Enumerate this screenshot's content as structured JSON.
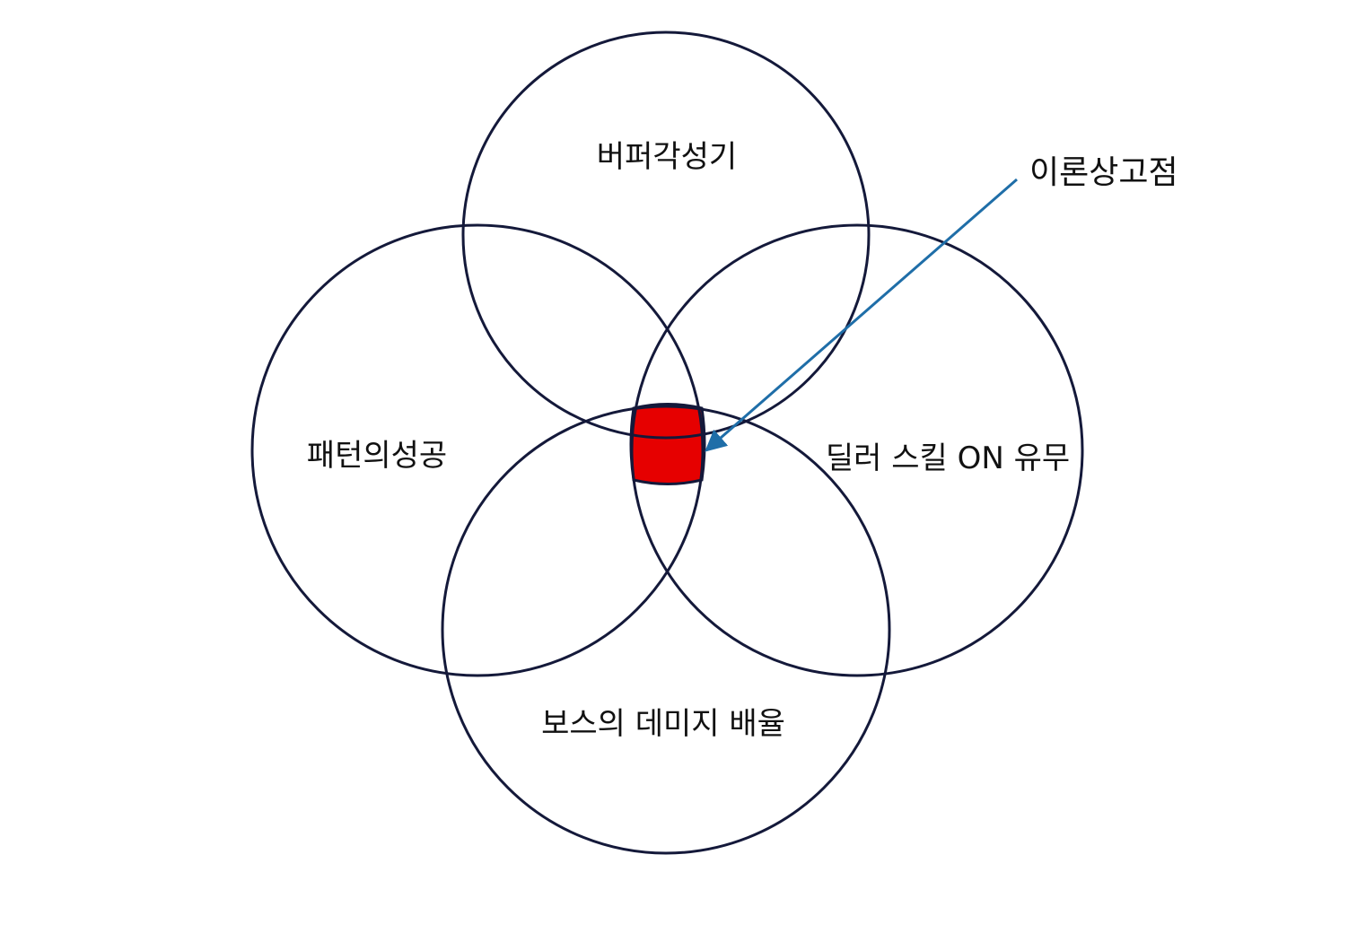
{
  "diagram": {
    "circles": {
      "top": {
        "label": "버퍼각성기"
      },
      "left": {
        "label": "패턴의성공"
      },
      "right": {
        "label": "딜러 스킬 ON 유무"
      },
      "bottom": {
        "label": "보스의 데미지 배율"
      }
    },
    "callout": {
      "label": "이론상고점"
    },
    "colors": {
      "circle_stroke": "#14193a",
      "highlight_fill": "#e60000",
      "arrow": "#1f6ea8"
    }
  }
}
